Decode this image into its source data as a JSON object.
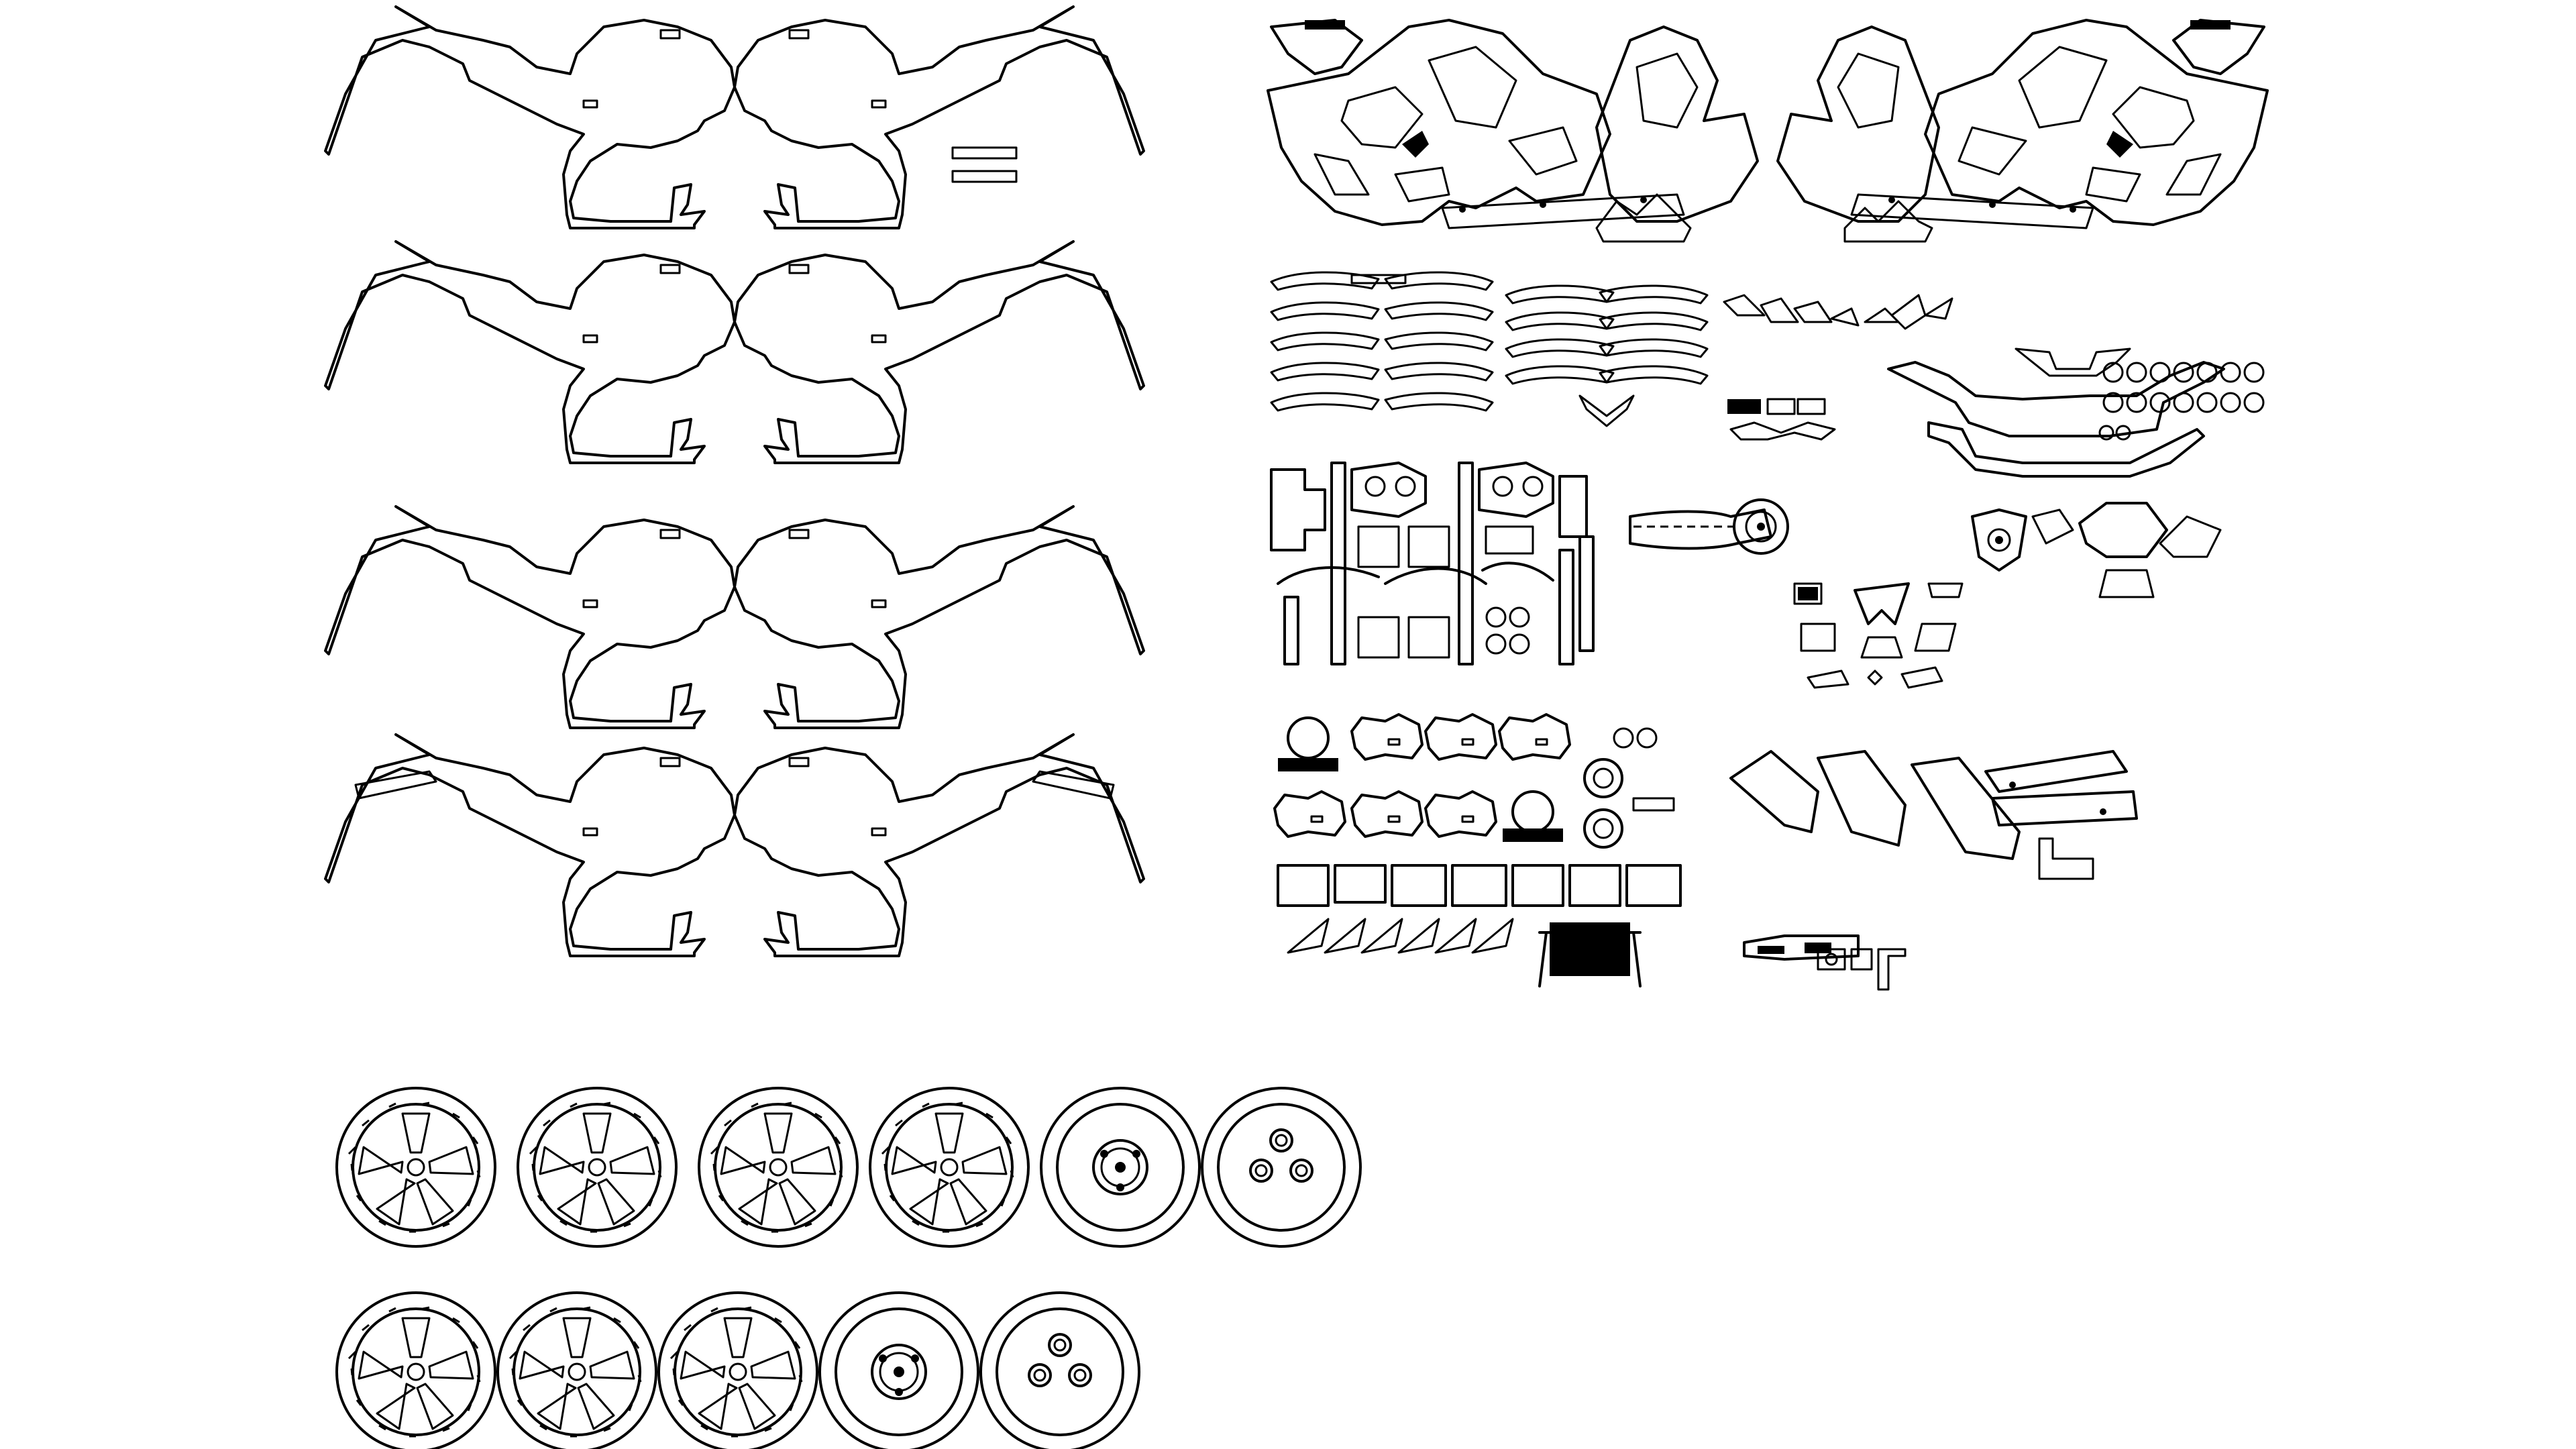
{
  "sheet": {
    "background": "#ffffff",
    "line_color": "#000000",
    "labels": []
  },
  "frame_groups": {
    "rows": 4,
    "pairs_per_row": 1
  },
  "wheels": {
    "row1_count": 6,
    "row2_count": 5
  }
}
